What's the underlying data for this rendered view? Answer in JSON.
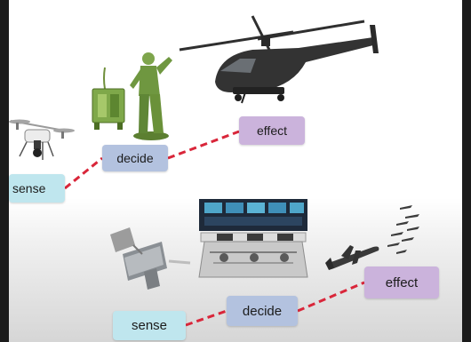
{
  "top_chain": {
    "sense": "sense",
    "decide": "decide",
    "effect": "effect"
  },
  "bottom_chain": {
    "sense": "sense",
    "decide": "decide",
    "effect": "effect"
  },
  "colors": {
    "sense": "#bfe6ee",
    "decide": "#b3c2df",
    "effect": "#cbb3dc",
    "connector": "#d9263a"
  },
  "illustrations": [
    "drone-icon",
    "radio-backpack-icon",
    "soldier-icon",
    "attack-helicopter-icon",
    "satellite-icon",
    "command-center-icon",
    "missile-icon",
    "drone-swarm-icon"
  ]
}
